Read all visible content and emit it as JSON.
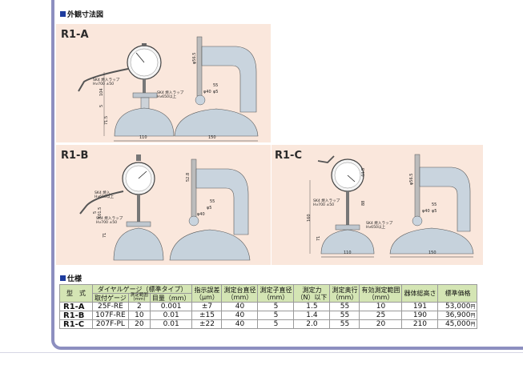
{
  "sections": {
    "dimensions_title": "外観寸法図",
    "spec_title": "仕様"
  },
  "diagrams": {
    "r1a": {
      "label": "R1-A",
      "cable_note": [
        "SK4 焼入ラップ",
        "Hv700 ±50"
      ],
      "anvil_note": [
        "SK4 焼入ラップ",
        "Hv650以上"
      ],
      "dims": {
        "d1": "104",
        "d2": "5",
        "d3": "71.5",
        "base_w": "110",
        "side_w": "150",
        "gauge": "φ56.5",
        "reach": "55",
        "anvil": "φ40",
        "tip": "φ5"
      }
    },
    "r1b": {
      "label": "R1-B",
      "cable_note": [
        "SK4 焼入",
        "Hv650以上"
      ],
      "anvil_note": [
        "SK4 焼入ラップ",
        "Hv700 ±50"
      ],
      "dims": {
        "d1": "101.5",
        "d2": "5",
        "d3": "71",
        "gauge": "52.8",
        "reach": "55",
        "anvil": "φ40",
        "tip": "φ5"
      }
    },
    "r1c": {
      "label": "R1-C",
      "cable_note": [
        "SK4 焼入ラップ",
        "Hv700 ±50"
      ],
      "anvil_note": [
        "SK4 焼入ラップ",
        "Hv650以上"
      ],
      "dims": {
        "h1": "160",
        "h2": "71",
        "h3": "88",
        "top": "44.5",
        "base_w": "110",
        "side_w": "150",
        "gauge": "φ56.5",
        "reach": "55",
        "anvil": "φ40",
        "tip": "φ5"
      }
    }
  },
  "spec_table": {
    "headers": {
      "model": "型　式",
      "dial_group": "ダイヤルゲージ（標準タイプ）",
      "dial_sub": [
        "取付ゲージ",
        "測定範囲\n(mm)",
        "目量（mm）"
      ],
      "error": [
        "指示誤差",
        "（μm）"
      ],
      "platform": [
        "測定台直径",
        "（mm）"
      ],
      "probe": [
        "測定子直径",
        "（mm）"
      ],
      "force": [
        "測定力",
        "（N）以下"
      ],
      "stroke": [
        "測定奥行",
        "（mm）"
      ],
      "range": [
        "有効測定範囲",
        "（mm）"
      ],
      "height": "器体総高さ",
      "price": "標準価格"
    },
    "rows": [
      {
        "model": "R1-A",
        "gauge": "25F-RE",
        "range": "2",
        "grad": "0.001",
        "error": "±7",
        "platform": "40",
        "probe": "5",
        "force": "1.5",
        "stroke": "55",
        "eff": "10",
        "height": "191",
        "price": "53,000",
        "unit": "円"
      },
      {
        "model": "R1-B",
        "gauge": "107F-RE",
        "range": "10",
        "grad": "0.01",
        "error": "±15",
        "platform": "40",
        "probe": "5",
        "force": "1.4",
        "stroke": "55",
        "eff": "25",
        "height": "190",
        "price": "36,900",
        "unit": "円"
      },
      {
        "model": "R1-C",
        "gauge": "207F-PL",
        "range": "20",
        "grad": "0.01",
        "error": "±22",
        "platform": "40",
        "probe": "5",
        "force": "2.0",
        "stroke": "55",
        "eff": "20",
        "height": "210",
        "price": "45,000",
        "unit": "円"
      }
    ]
  }
}
